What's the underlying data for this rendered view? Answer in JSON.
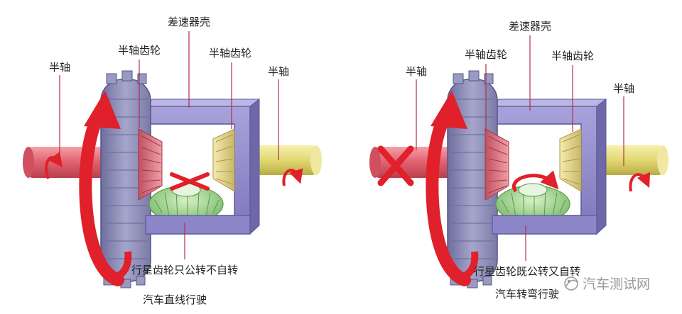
{
  "colors": {
    "housing": "#8c86c8",
    "housing_dark": "#5d589a",
    "left_shaft": "#e0606e",
    "right_shaft": "#e2d870",
    "left_gear": "#e57f8a",
    "right_gear": "#ecd98a",
    "ring_gear": "#8f8fb6",
    "planet_gear": "#9fd38f",
    "arrow": "#e0202a",
    "leader": "#b0304a"
  },
  "icons": [
    "rotation-arrow-icon",
    "cross-mark-icon",
    "watermark-logo-icon"
  ],
  "left": {
    "housing": "差速器壳",
    "gear_left": "半轴齿轮",
    "gear_right": "半轴齿轮",
    "shaft_left": "半轴",
    "shaft_right": "半轴",
    "planet": "行星齿轮只公转不自转",
    "caption": "汽车直线行驶"
  },
  "right": {
    "housing": "差速器壳",
    "gear_left": "半轴齿轮",
    "gear_right": "半轴齿轮",
    "shaft_left": "半轴",
    "shaft_right": "半轴",
    "planet": "行星齿轮既公转又自转",
    "caption": "汽车转弯行驶"
  },
  "watermark": "汽车测试网"
}
